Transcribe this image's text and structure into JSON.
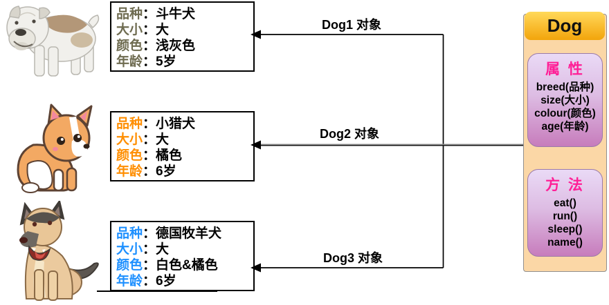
{
  "diagram_title": "Dog class and object instances",
  "colon": "：",
  "class_panel": {
    "title": "Dog",
    "sections": [
      {
        "header": "属 性",
        "items": [
          "breed(品种)",
          "size(大小)",
          "colour(颜色)",
          "age(年龄)"
        ]
      },
      {
        "header": "方 法",
        "items": [
          "eat()",
          "run()",
          "sleep()",
          "name()"
        ]
      }
    ]
  },
  "objects": [
    {
      "arrow_label": "Dog1 对象",
      "image": "bulldog-illustration",
      "label_color": "#6E6B50",
      "fields": [
        {
          "label": "品种",
          "value": "斗牛犬"
        },
        {
          "label": "大小",
          "value": "大"
        },
        {
          "label": "颜色",
          "value": "浅灰色"
        },
        {
          "label": "年龄",
          "value": "5岁"
        }
      ]
    },
    {
      "arrow_label": "Dog2 对象",
      "image": "corgi-illustration",
      "label_color": "#FF8E00",
      "fields": [
        {
          "label": "品种",
          "value": "小猎犬"
        },
        {
          "label": "大小",
          "value": "大"
        },
        {
          "label": "颜色",
          "value": "橘色"
        },
        {
          "label": "年龄",
          "value": "6岁"
        }
      ]
    },
    {
      "arrow_label": "Dog3 对象",
      "image": "german-shepherd-illustration",
      "label_color": "#1E90FF",
      "fields": [
        {
          "label": "品种",
          "value": "德国牧羊犬"
        },
        {
          "label": "大小",
          "value": "大"
        },
        {
          "label": "颜色",
          "value": "白色&橘色"
        },
        {
          "label": "年龄",
          "value": "6岁"
        }
      ]
    }
  ],
  "colors": {
    "class_title_bg": "#F2A50C",
    "panel_bg": "#FBD7A6",
    "section_gradient_top": "#EADAF6",
    "section_gradient_bottom": "#C77CBC",
    "section_header_color": "#FF1F96",
    "arrow_color": "#000000"
  }
}
